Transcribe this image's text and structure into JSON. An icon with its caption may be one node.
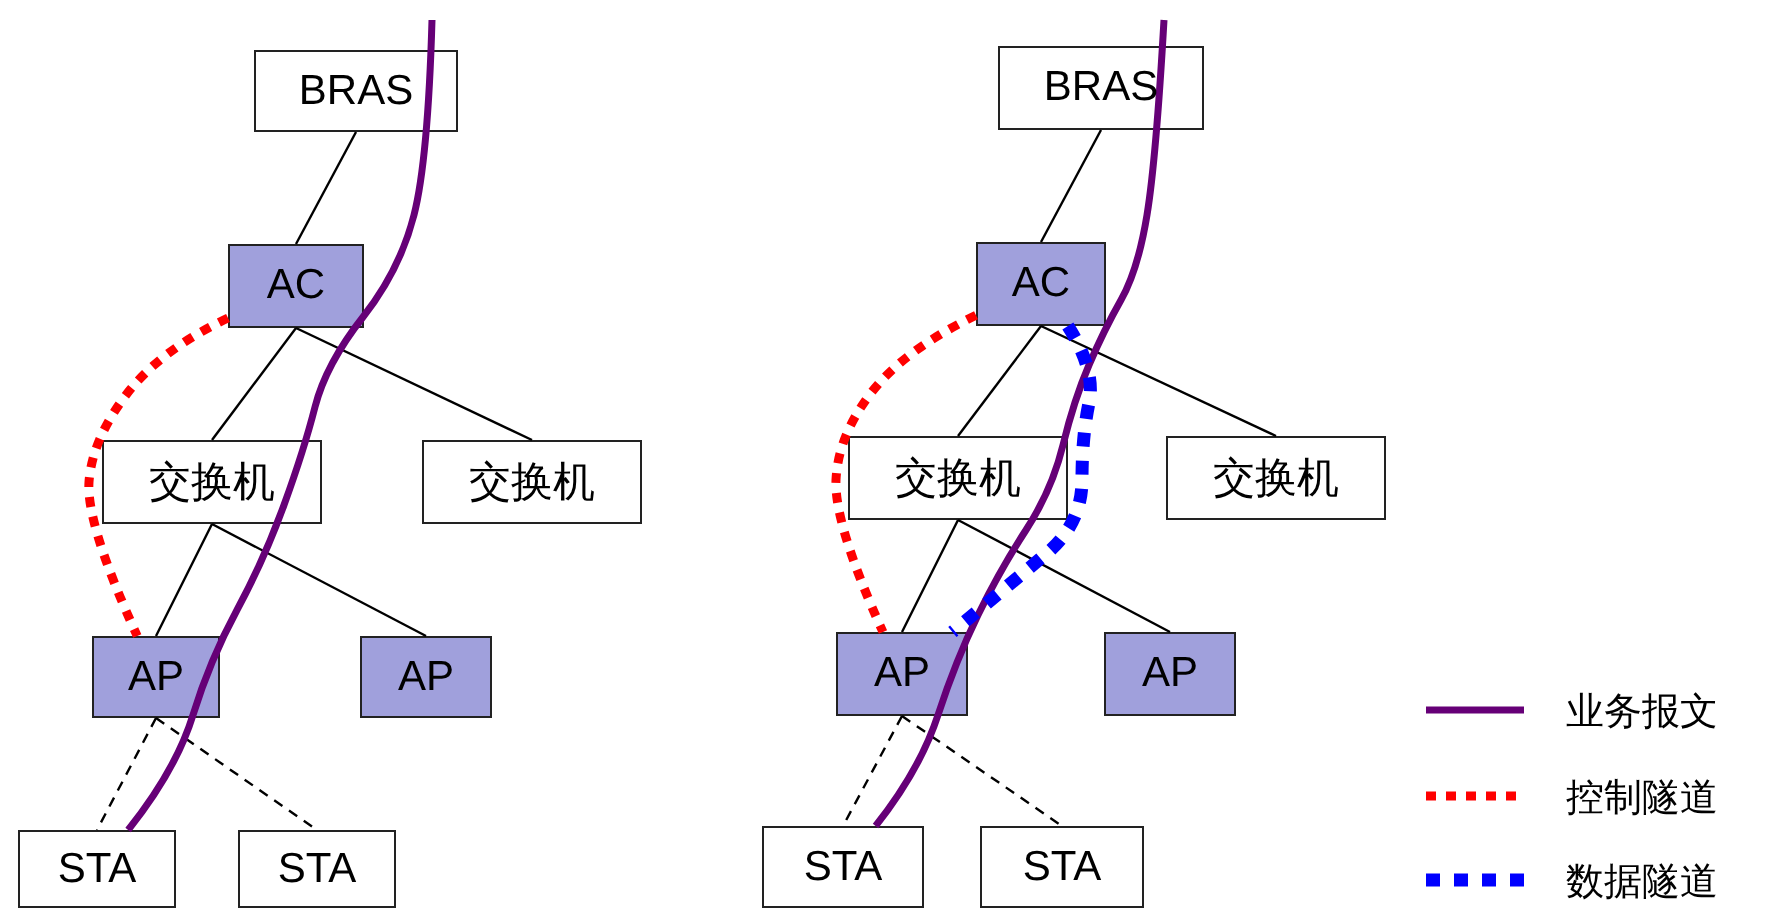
{
  "diagram": {
    "nodes": [
      {
        "text": [
          "BRAS"
        ]
      },
      {
        "text": [
          "AC"
        ]
      },
      {
        "text": [
          "交换机"
        ]
      },
      {
        "text": [
          "交换机"
        ]
      },
      {
        "text": [
          "AP"
        ]
      },
      {
        "text": [
          "AP"
        ]
      },
      {
        "text": [
          "STA"
        ]
      },
      {
        "text": [
          "STA"
        ]
      },
      {
        "text": [
          "BRAS"
        ]
      },
      {
        "text": [
          "AC"
        ]
      },
      {
        "text": [
          "交换机"
        ]
      },
      {
        "text": [
          "交换机"
        ]
      },
      {
        "text": [
          "AP"
        ]
      },
      {
        "text": [
          "AP"
        ]
      },
      {
        "text": [
          "STA"
        ]
      },
      {
        "text": [
          "STA"
        ]
      }
    ],
    "edges": [
      {
        "from": 0,
        "to": 1,
        "arrow": "none"
      },
      {
        "from": 1,
        "to": 2,
        "arrow": "none"
      },
      {
        "from": 1,
        "to": 3,
        "arrow": "none"
      },
      {
        "from": 2,
        "to": 4,
        "arrow": "none"
      },
      {
        "from": 2,
        "to": 5,
        "arrow": "none"
      },
      {
        "from": 4,
        "to": 6,
        "arrow": "none",
        "style": "dashed"
      },
      {
        "from": 4,
        "to": 7,
        "arrow": "none",
        "style": "dashed"
      },
      {
        "from": null,
        "to": 6,
        "arrow": "none",
        "style": "thick",
        "color": "#660077"
      },
      {
        "from": 1,
        "to": 4,
        "arrow": "none",
        "style": "dashed",
        "color": "#ff0000"
      },
      {
        "from": 8,
        "to": 9,
        "arrow": "none"
      },
      {
        "from": 9,
        "to": 10,
        "arrow": "none"
      },
      {
        "from": 9,
        "to": 11,
        "arrow": "none"
      },
      {
        "from": 10,
        "to": 12,
        "arrow": "none"
      },
      {
        "from": 10,
        "to": 13,
        "arrow": "none"
      },
      {
        "from": 12,
        "to": 14,
        "arrow": "none",
        "style": "dashed"
      },
      {
        "from": 12,
        "to": 15,
        "arrow": "none",
        "style": "dashed"
      },
      {
        "from": null,
        "to": 14,
        "arrow": "none",
        "style": "thick",
        "color": "#660077"
      },
      {
        "from": 9,
        "to": 12,
        "arrow": "none",
        "style": "dashed",
        "color": "#ff0000"
      },
      {
        "from": 9,
        "to": 12,
        "arrow": "none",
        "style": "dashed",
        "color": "#0000ff"
      }
    ],
    "legend": [
      {
        "text": "业务报文"
      },
      {
        "text": "控制隧道"
      },
      {
        "text": "数据隧道"
      }
    ]
  }
}
